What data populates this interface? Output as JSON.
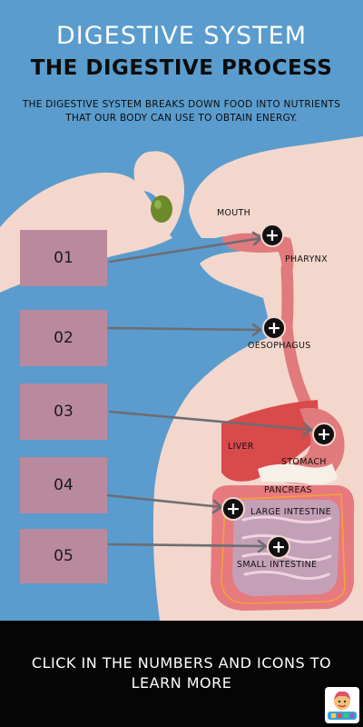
{
  "header": {
    "title": "DIGESTIVE SYSTEM",
    "subtitle": "THE DIGESTIVE PROCESS",
    "intro": "THE DIGESTIVE SYSTEM BREAKS DOWN FOOD INTO NUTRIENTS THAT OUR BODY CAN USE TO OBTAIN ENERGY."
  },
  "steps": [
    {
      "number": "01"
    },
    {
      "number": "02"
    },
    {
      "number": "03"
    },
    {
      "number": "04"
    },
    {
      "number": "05"
    }
  ],
  "info_icon_glyph": "+",
  "labels": {
    "mouth": "MOUTH",
    "pharynx": "PHARYNX",
    "oesophagus": "OESOPHAGUS",
    "liver": "LIVER",
    "stomach": "STOMACH",
    "pancreas": "PANCREAS",
    "large_intestine": "LARGE INTESTINE",
    "small_intestine": "SMALL INTESTINE"
  },
  "footer": {
    "cta": "CLICK IN THE NUMBERS AND ICONS TO LEARN MORE"
  },
  "colors": {
    "background": "#5a9ccd",
    "skin": "#f3d7cc",
    "tract": "#e07a7c",
    "liver": "#d94a4a",
    "small_intestine": "#c4a0b6",
    "large_intestine": "#e77a7f",
    "number_box": "#b98a9e",
    "footer": "#050505"
  }
}
